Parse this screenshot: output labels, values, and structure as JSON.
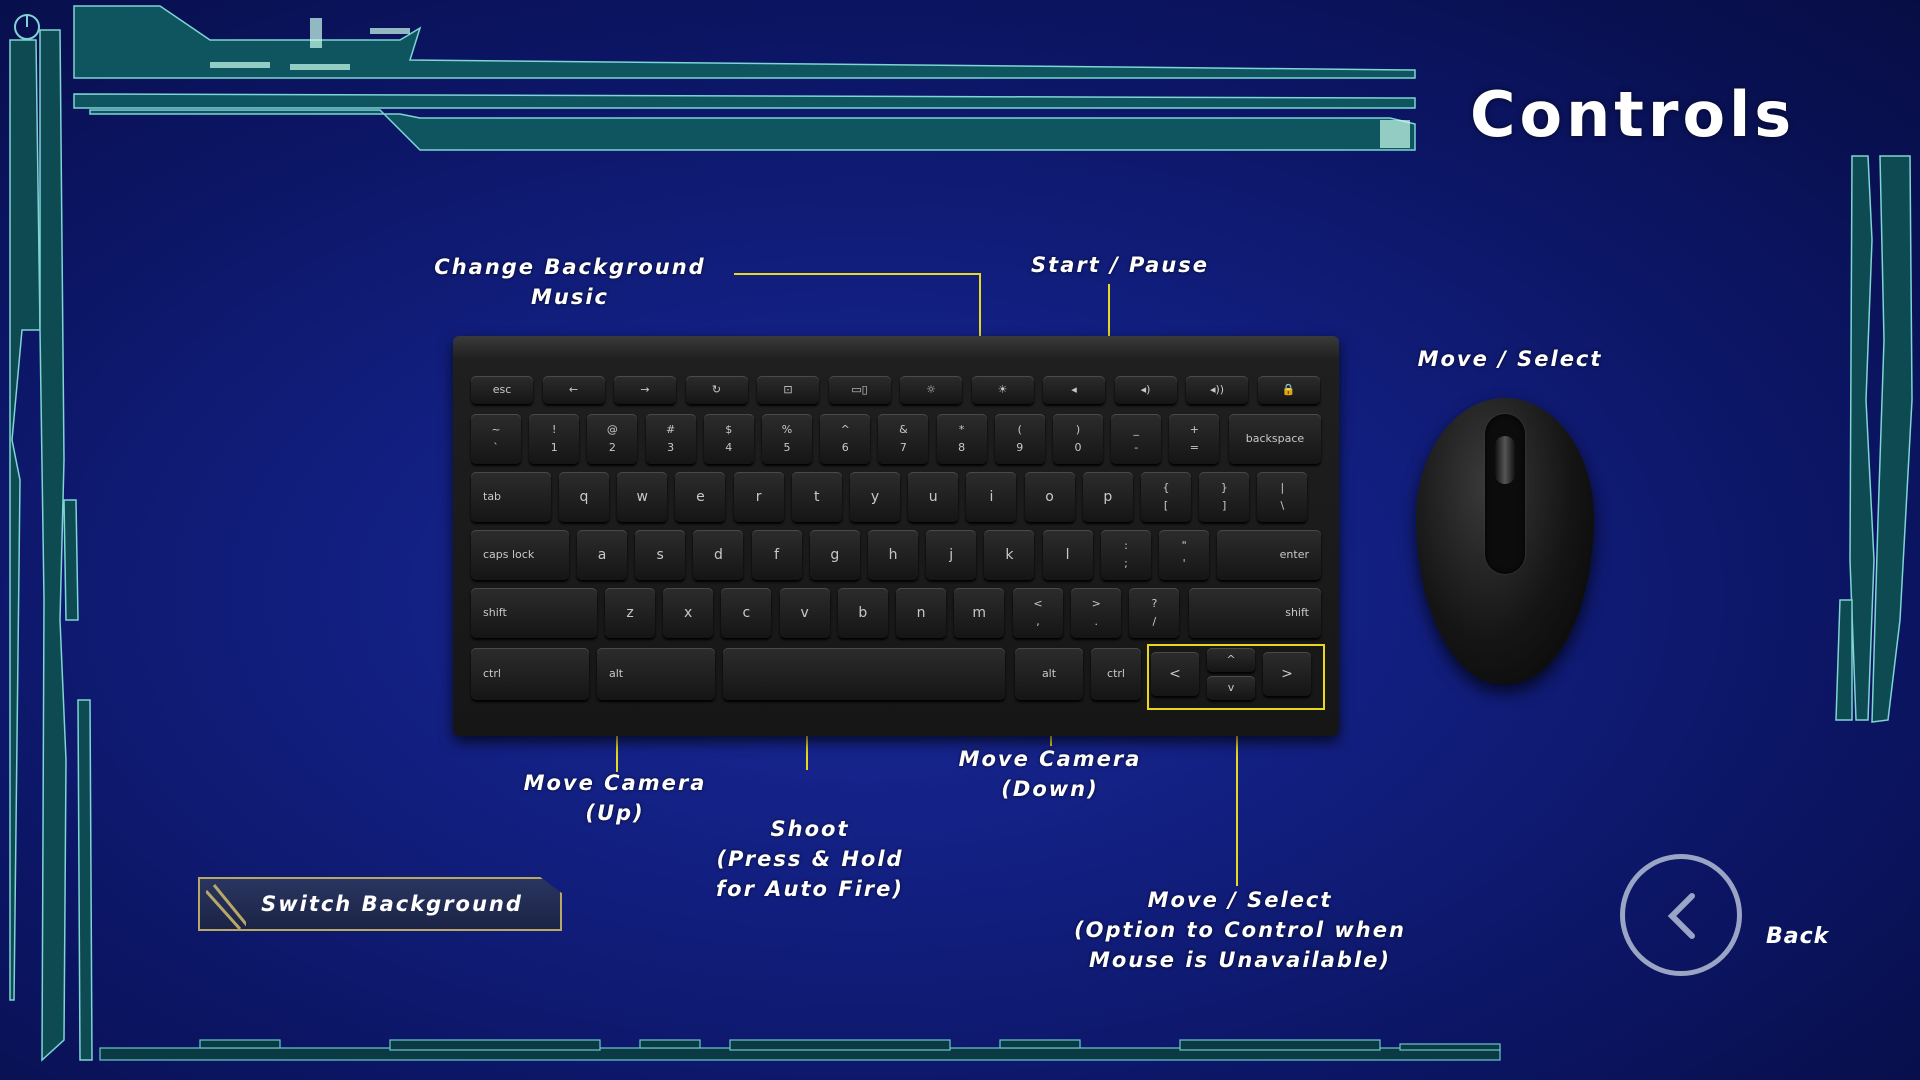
{
  "title": "Controls",
  "labels": {
    "change_music_line1": "Change Background",
    "change_music_line2": "Music",
    "start_pause": "Start / Pause",
    "mouse_move_select": "Move / Select",
    "move_camera_up_line1": "Move Camera",
    "move_camera_up_line2": "(Up)",
    "shoot_line1": "Shoot",
    "shoot_line2": "(Press & Hold",
    "shoot_line3": "for Auto Fire)",
    "move_camera_down_line1": "Move Camera",
    "move_camera_down_line2": "(Down)",
    "arrows_line1": "Move / Select",
    "arrows_line2": "(Option to Control when",
    "arrows_line3": "Mouse is Unavailable)"
  },
  "buttons": {
    "switch_background": "Switch Background",
    "back": "Back"
  },
  "keyboard": {
    "fn_row": [
      "esc",
      "←",
      "→",
      "↻",
      "⊡",
      "▭▯",
      "☼",
      "☀",
      "◂",
      "◂)",
      "◂))",
      "🔒"
    ],
    "num_row_top": [
      "~",
      "!",
      "@",
      "#",
      "$",
      "%",
      "^",
      "&",
      "*",
      "(",
      ")",
      "_",
      "+"
    ],
    "num_row_bottom": [
      "`",
      "1",
      "2",
      "3",
      "4",
      "5",
      "6",
      "7",
      "8",
      "9",
      "0",
      "-",
      "="
    ],
    "backspace": "backspace",
    "tab": "tab",
    "qwerty": [
      "q",
      "w",
      "e",
      "r",
      "t",
      "y",
      "u",
      "i",
      "o",
      "p"
    ],
    "qwerty_extra_top": [
      "{",
      "}",
      "|"
    ],
    "qwerty_extra_bottom": [
      "[",
      "]",
      "\\"
    ],
    "caps": "caps lock",
    "home_row": [
      "a",
      "s",
      "d",
      "f",
      "g",
      "h",
      "j",
      "k",
      "l"
    ],
    "home_extra_top": [
      ":",
      "\""
    ],
    "home_extra_bottom": [
      ";",
      "'"
    ],
    "enter": "enter",
    "shift": "shift",
    "bottom_letters": [
      "z",
      "x",
      "c",
      "v",
      "b",
      "n",
      "m"
    ],
    "bottom_extra_top": [
      "<",
      ">",
      "?"
    ],
    "bottom_extra_bottom": [
      ",",
      ".",
      "/"
    ],
    "ctrl": "ctrl",
    "alt": "alt",
    "arrow_left": "<",
    "arrow_up": "^",
    "arrow_down": "v",
    "arrow_right": ">"
  },
  "colors": {
    "accent_line": "#e8d820",
    "frame": "#5fb8b8"
  }
}
